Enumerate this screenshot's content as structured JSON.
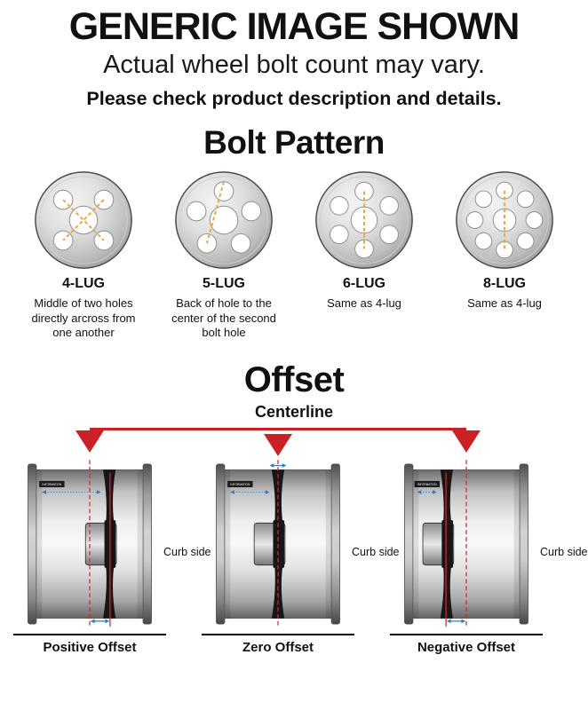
{
  "header": {
    "title": "GENERIC IMAGE SHOWN",
    "subtitle": "Actual wheel bolt count may vary.",
    "note": "Please check product description and details."
  },
  "bolt_pattern": {
    "heading": "Bolt Pattern",
    "items": [
      {
        "label": "4-LUG",
        "desc": "Middle of two holes directly arcross from one another"
      },
      {
        "label": "5-LUG",
        "desc": "Back of hole to the center of the second bolt hole"
      },
      {
        "label": "6-LUG",
        "desc": "Same as 4-lug"
      },
      {
        "label": "8-LUG",
        "desc": "Same as 4-lug"
      }
    ]
  },
  "offset": {
    "heading": "Offset",
    "centerline_label": "Centerline",
    "curb_side_label": "Curb side",
    "barrel_label": "INFORMATION",
    "items": [
      {
        "label": "Positive Offset"
      },
      {
        "label": "Zero Offset"
      },
      {
        "label": "Negative Offset"
      }
    ]
  },
  "colors": {
    "accent_red": "#cc2027",
    "dash_orange": "#f2a33c",
    "measure_blue": "#2b7fc2",
    "text": "#111111"
  }
}
